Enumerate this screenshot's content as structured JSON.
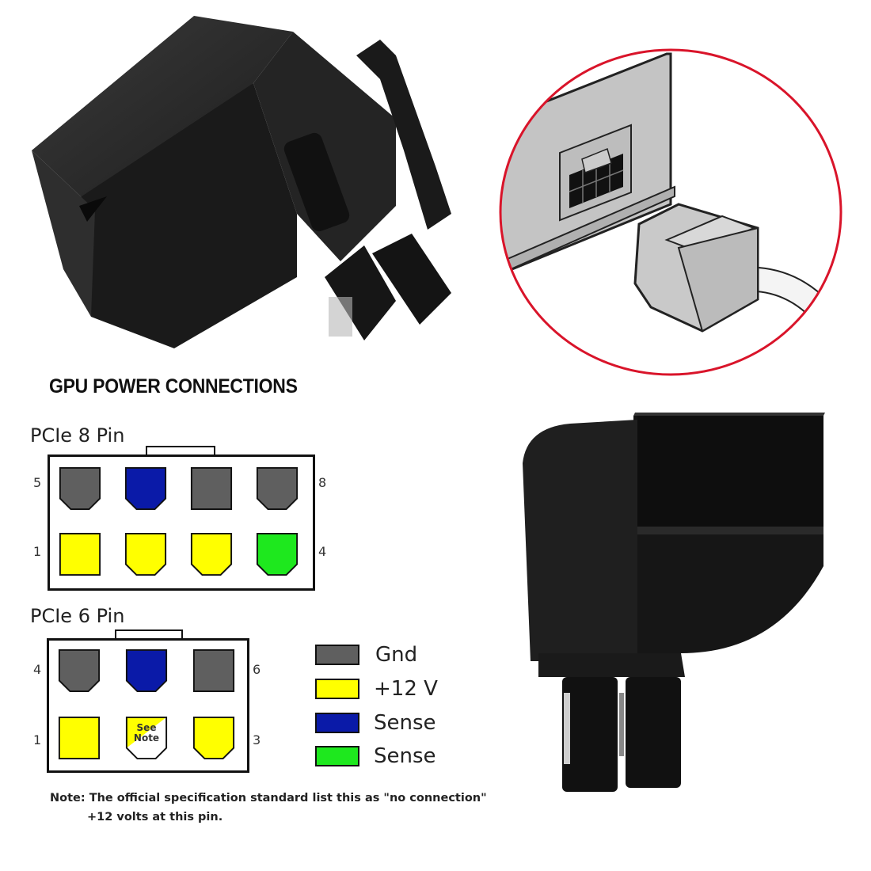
{
  "title": "GPU POWER CONNECTIONS",
  "colors": {
    "gnd": "#5f5f5f",
    "v12": "#ffff00",
    "sense_blue": "#0a1aa8",
    "sense_green": "#1ee81e",
    "circle_border": "#d9142a"
  },
  "pcie8": {
    "label": "PCIe 8 Pin",
    "pin_numbers": {
      "top_left": "5",
      "top_right": "8",
      "bottom_left": "1",
      "bottom_right": "4"
    },
    "top_row": [
      "gnd",
      "sense_blue",
      "gnd",
      "gnd"
    ],
    "bottom_row": [
      "v12",
      "v12",
      "v12",
      "sense_green"
    ]
  },
  "pcie6": {
    "label": "PCIe 6 Pin",
    "pin_numbers": {
      "top_left": "4",
      "top_right": "6",
      "bottom_left": "1",
      "bottom_right": "3"
    },
    "top_row": [
      "gnd",
      "sense_blue",
      "gnd"
    ],
    "bottom_row": [
      "v12",
      "see_note",
      "v12"
    ],
    "see_note_label": "See Note"
  },
  "legend": [
    {
      "color": "gnd",
      "label": "Gnd"
    },
    {
      "color": "v12",
      "label": "+12 V"
    },
    {
      "color": "sense_blue",
      "label": "Sense"
    },
    {
      "color": "sense_green",
      "label": "Sense"
    }
  ],
  "note": {
    "line1": "Note: The official specification standard list this as \"no connection\"",
    "line2": "+12 volts at this pin."
  },
  "photos": {
    "top_left": "right-angle-8pin-adapter-photo",
    "top_right": "psu-8pin-connector-illustration",
    "bottom_right": "right-angle-adapter-side-photo"
  }
}
